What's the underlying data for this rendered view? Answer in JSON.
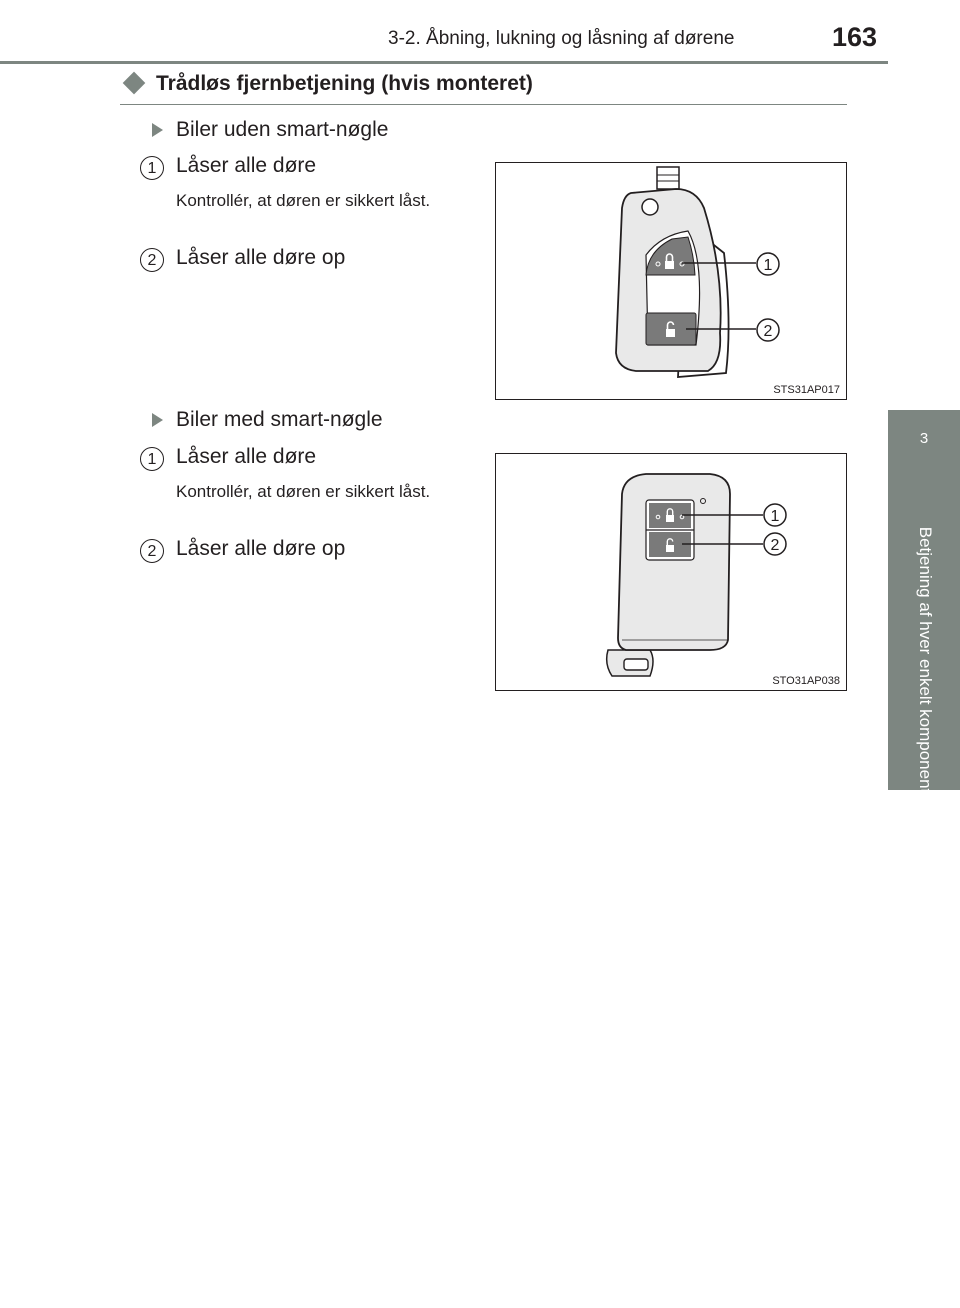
{
  "header": {
    "section": "3-2. Åbning, lukning og låsning af dørene",
    "page_number": "163"
  },
  "side_tab": {
    "chapter_number": "3",
    "chapter_title": "Betjening af hver enkelt komponent"
  },
  "heading": "Trådløs fjernbetjening (hvis monteret)",
  "groups": [
    {
      "subheading": "Biler uden smart-nøgle",
      "items": [
        {
          "number": "1",
          "title": "Låser alle døre",
          "note": "Kontrollér, at døren er sikkert låst."
        },
        {
          "number": "2",
          "title": "Låser alle døre op",
          "note": ""
        }
      ],
      "figure": {
        "code": "STS31AP017",
        "callouts": [
          "1",
          "2"
        ]
      }
    },
    {
      "subheading": "Biler med smart-nøgle",
      "items": [
        {
          "number": "1",
          "title": "Låser alle døre",
          "note": "Kontrollér, at døren er sikkert låst."
        },
        {
          "number": "2",
          "title": "Låser alle døre op",
          "note": ""
        }
      ],
      "figure": {
        "code": "STO31AP038",
        "callouts": [
          "1",
          "2"
        ]
      }
    }
  ],
  "colors": {
    "accent_gray": "#7d8681",
    "key_body": "#e9e9e9",
    "button": "#7a7a7a"
  }
}
